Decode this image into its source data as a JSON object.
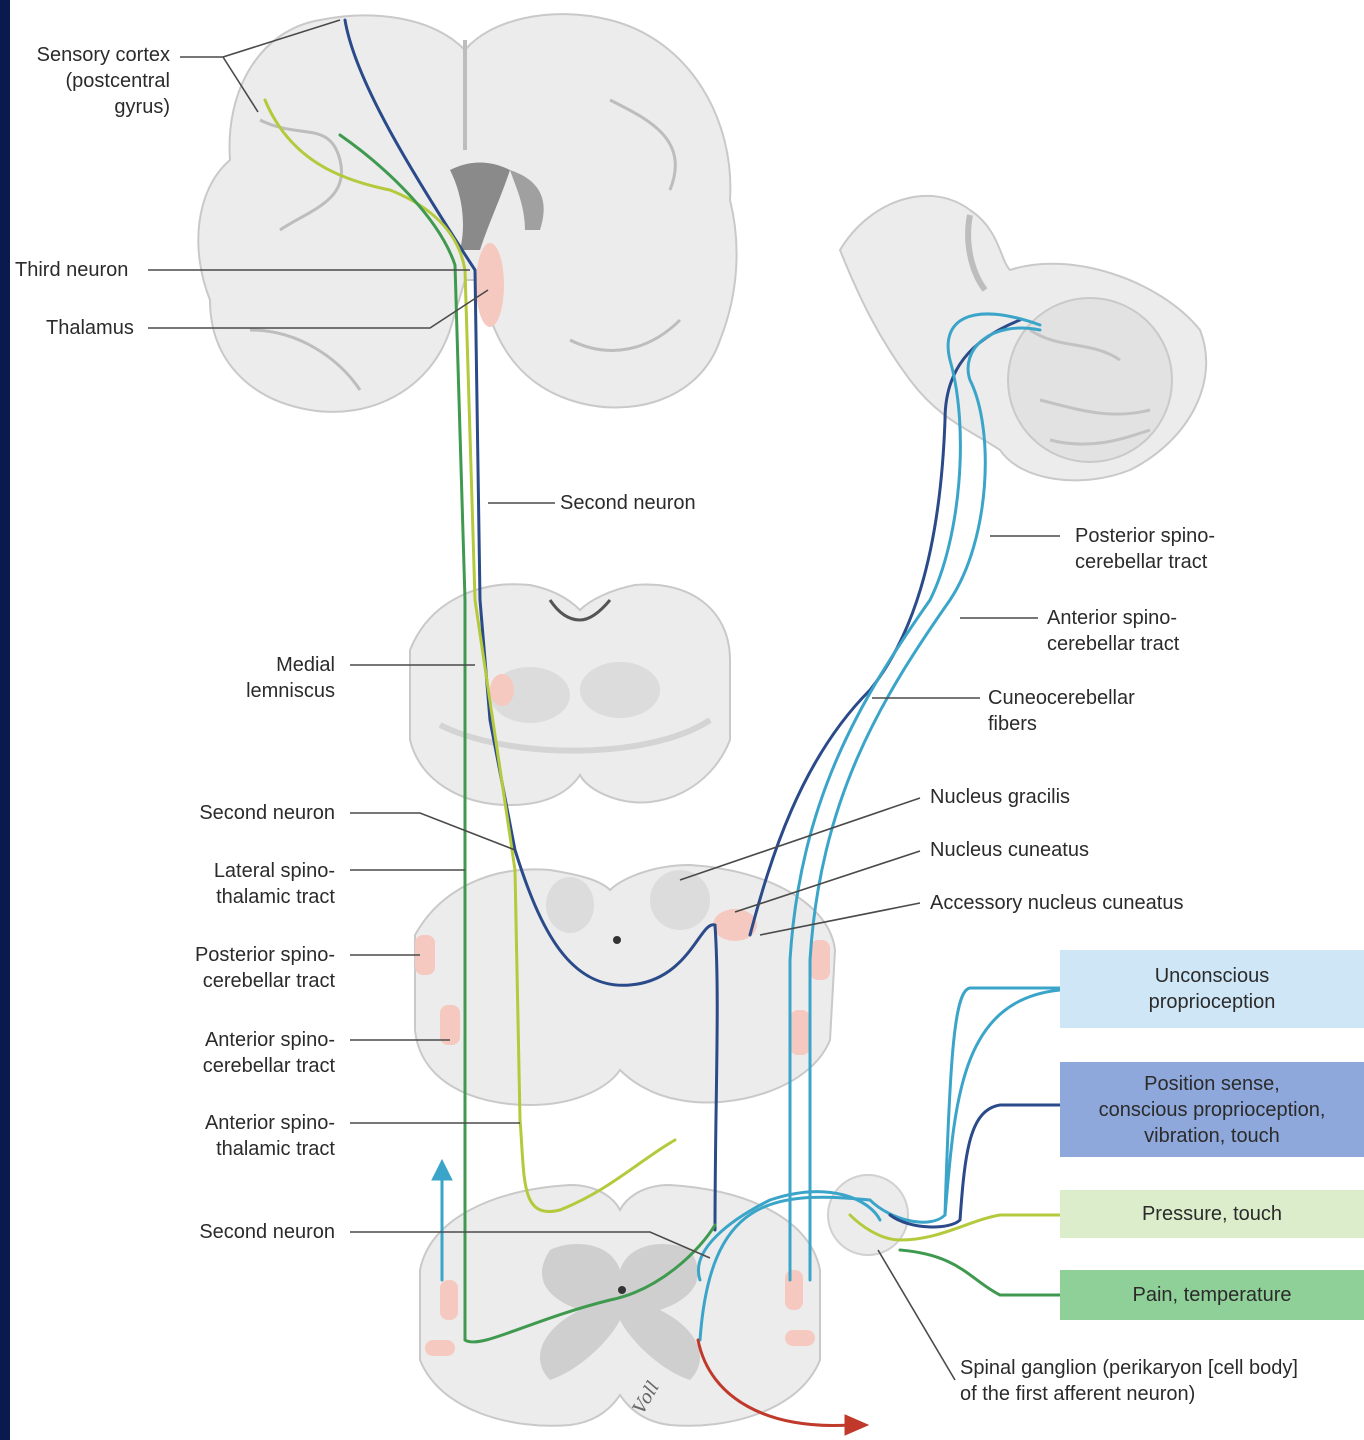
{
  "labels": {
    "sensory_cortex": "Sensory cortex\n(postcentral\ngyrus)",
    "third_neuron": "Third neuron",
    "thalamus": "Thalamus",
    "second_neuron_top": "Second neuron",
    "medial_lemniscus": "Medial\nlemniscus",
    "second_neuron_mid": "Second neuron",
    "lateral_spinothalamic": "Lateral spino-\nthalamic tract",
    "posterior_spinocerebellar_left": "Posterior spino-\ncerebellar tract",
    "anterior_spinocerebellar_left": "Anterior spino-\ncerebellar tract",
    "anterior_spinothalamic": "Anterior spino-\nthalamic tract",
    "second_neuron_bottom": "Second neuron",
    "posterior_spinocerebellar_right": "Posterior spino-\ncerebellar tract",
    "anterior_spinocerebellar_right": "Anterior spino-\ncerebellar tract",
    "cuneocerebellar": "Cuneocerebellar\nfibers",
    "nucleus_gracilis": "Nucleus gracilis",
    "nucleus_cuneatus": "Nucleus cuneatus",
    "accessory_nucleus_cuneatus": "Accessory nucleus cuneatus",
    "spinal_ganglion": "Spinal ganglion (perikaryon [cell body]\nof the first afferent neuron)",
    "signature": "Voll"
  },
  "legend": [
    {
      "text": "Unconscious\nproprioception",
      "color": "#cfe6f6"
    },
    {
      "text": "Position sense,\nconscious proprioception,\nvibration, touch",
      "color": "#8fa8dc"
    },
    {
      "text": "Pressure, touch",
      "color": "#dcedcc"
    },
    {
      "text": "Pain, temperature",
      "color": "#8fcf98"
    }
  ],
  "colors": {
    "tract_darkblue": "#2a4a8a",
    "tract_lightblue": "#3ba5c9",
    "tract_yellowgreen": "#b5c93c",
    "tract_green": "#3f9a4f",
    "motor_red": "#c0392b",
    "tissue": "#ececec",
    "tissue_dark": "#d2d2d2",
    "nucleus_pink": "#f5c9c0"
  }
}
